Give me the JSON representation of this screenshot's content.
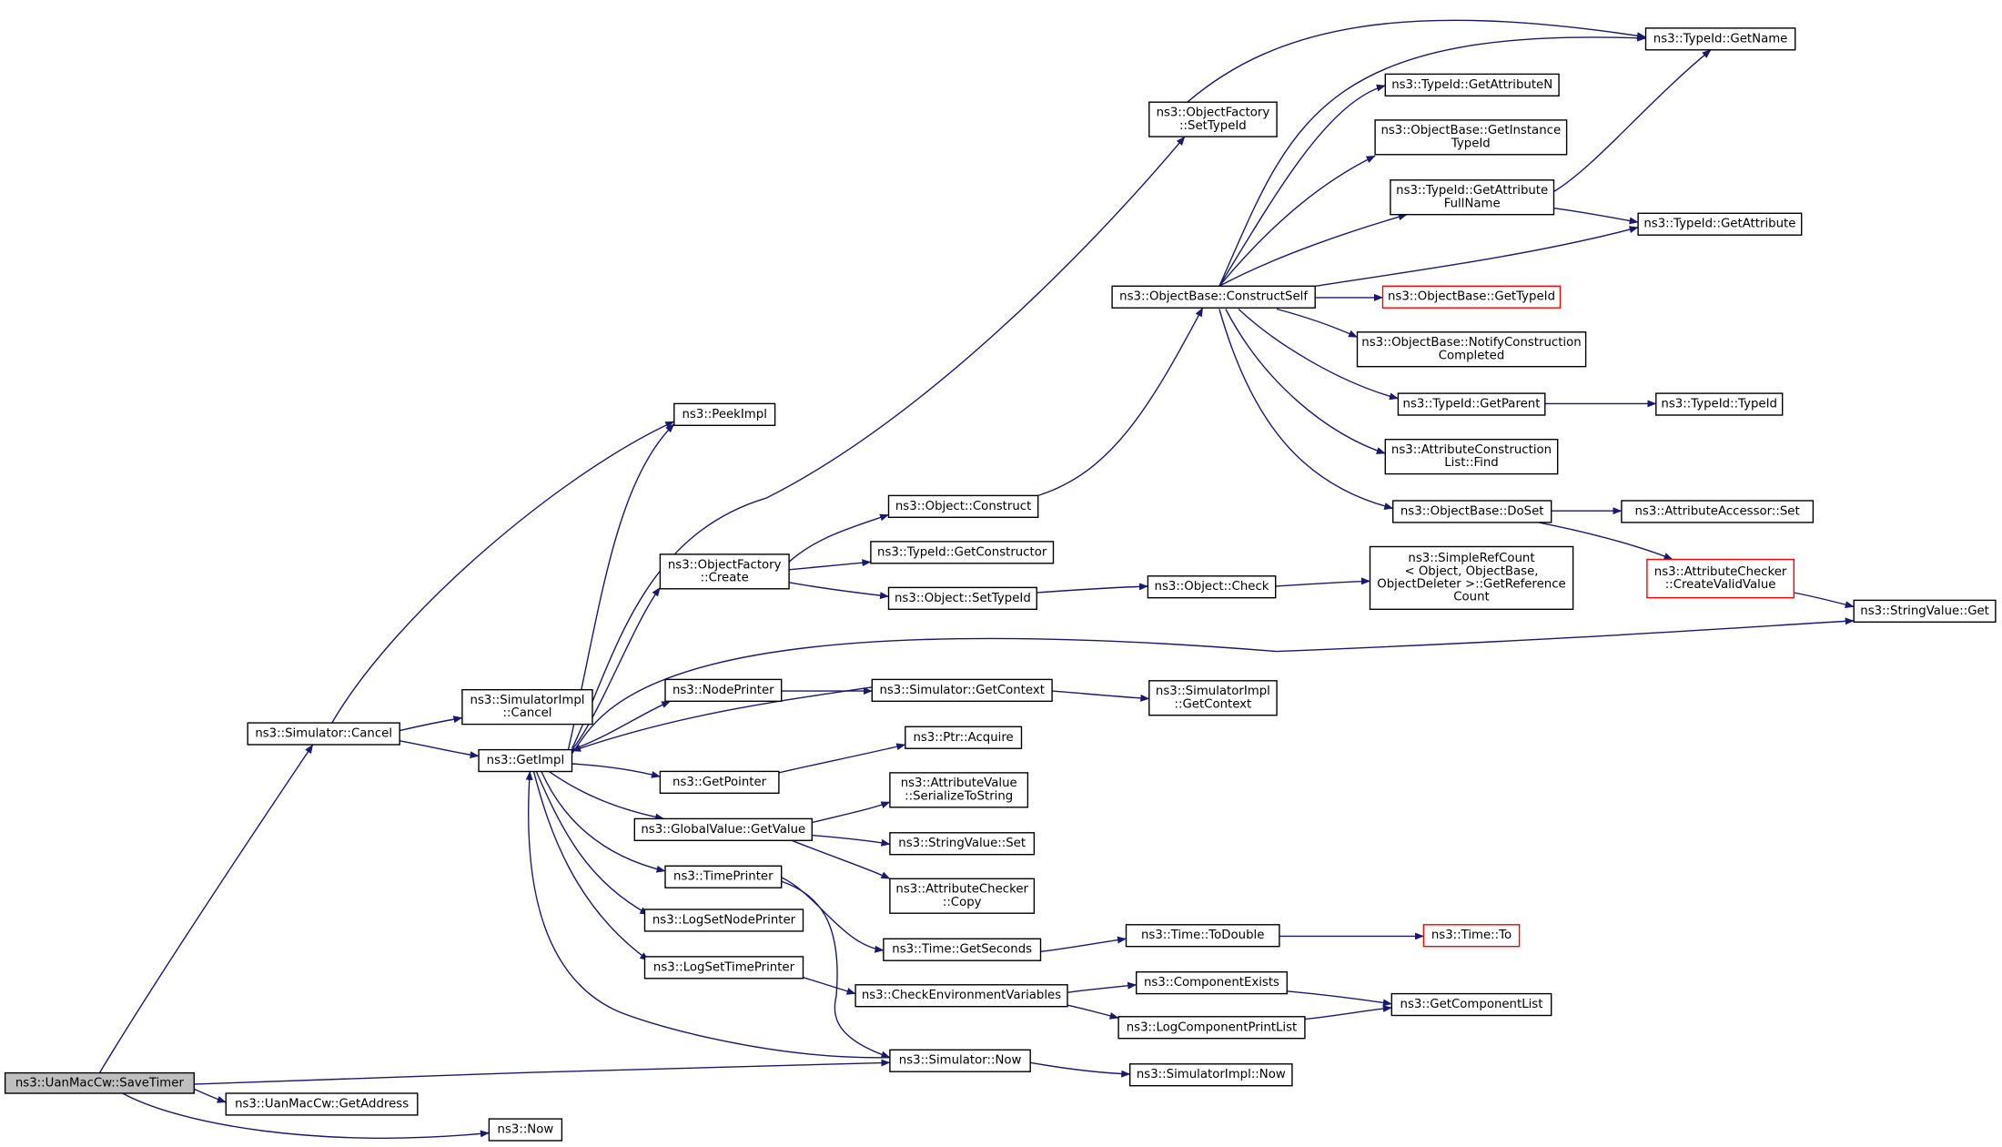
{
  "colors": {
    "edge": "#191970",
    "node_border": "#000000",
    "node_border_red": "#ff0000",
    "node_fill": "#ffffff",
    "root_fill": "#bfbfbf"
  },
  "nodes": [
    {
      "id": "root",
      "lines": [
        "ns3::UanMacCw::SaveTimer"
      ],
      "style": "root"
    },
    {
      "id": "getaddr",
      "lines": [
        "ns3::UanMacCw::GetAddress"
      ]
    },
    {
      "id": "now",
      "lines": [
        "ns3::Now"
      ]
    },
    {
      "id": "simcancel",
      "lines": [
        "ns3::Simulator::Cancel"
      ]
    },
    {
      "id": "simimplcancel",
      "lines": [
        "ns3::SimulatorImpl",
        "::Cancel"
      ]
    },
    {
      "id": "getimpl",
      "lines": [
        "ns3::GetImpl"
      ]
    },
    {
      "id": "peekimpl",
      "lines": [
        "ns3::PeekImpl"
      ]
    },
    {
      "id": "ofcreate",
      "lines": [
        "ns3::ObjectFactory",
        "::Create"
      ]
    },
    {
      "id": "nodeprinter",
      "lines": [
        "ns3::NodePrinter"
      ]
    },
    {
      "id": "getpointer",
      "lines": [
        "ns3::GetPointer"
      ]
    },
    {
      "id": "gvgetvalue",
      "lines": [
        "ns3::GlobalValue::GetValue"
      ]
    },
    {
      "id": "timeprinter",
      "lines": [
        "ns3::TimePrinter"
      ]
    },
    {
      "id": "logsetnode",
      "lines": [
        "ns3::LogSetNodePrinter"
      ]
    },
    {
      "id": "logsettime",
      "lines": [
        "ns3::LogSetTimePrinter"
      ]
    },
    {
      "id": "simnow",
      "lines": [
        "ns3::Simulator::Now"
      ]
    },
    {
      "id": "objconstruct",
      "lines": [
        "ns3::Object::Construct"
      ]
    },
    {
      "id": "getconstructor",
      "lines": [
        "ns3::TypeId::GetConstructor"
      ]
    },
    {
      "id": "objsettypeid",
      "lines": [
        "ns3::Object::SetTypeId"
      ]
    },
    {
      "id": "simgetcontext",
      "lines": [
        "ns3::Simulator::GetContext"
      ]
    },
    {
      "id": "ptracquire",
      "lines": [
        "ns3::Ptr::Acquire"
      ]
    },
    {
      "id": "avserialize",
      "lines": [
        "ns3::AttributeValue",
        "::SerializeToString"
      ]
    },
    {
      "id": "svset",
      "lines": [
        "ns3::StringValue::Set"
      ]
    },
    {
      "id": "accopy",
      "lines": [
        "ns3::AttributeChecker",
        "::Copy"
      ]
    },
    {
      "id": "timegetseconds",
      "lines": [
        "ns3::Time::GetSeconds"
      ]
    },
    {
      "id": "checkenv",
      "lines": [
        "ns3::CheckEnvironmentVariables"
      ]
    },
    {
      "id": "ofsettypeid",
      "lines": [
        "ns3::ObjectFactory",
        "::SetTypeId"
      ]
    },
    {
      "id": "constructself",
      "lines": [
        "ns3::ObjectBase::ConstructSelf"
      ]
    },
    {
      "id": "objcheck",
      "lines": [
        "ns3::Object::Check"
      ]
    },
    {
      "id": "simimplgetcontext",
      "lines": [
        "ns3::SimulatorImpl",
        "::GetContext"
      ]
    },
    {
      "id": "timetodouble",
      "lines": [
        "ns3::Time::ToDouble"
      ]
    },
    {
      "id": "compexists",
      "lines": [
        "ns3::ComponentExists"
      ]
    },
    {
      "id": "logcompprint",
      "lines": [
        "ns3::LogComponentPrintList"
      ]
    },
    {
      "id": "simimplnow",
      "lines": [
        "ns3::SimulatorImpl::Now"
      ]
    },
    {
      "id": "getattrn",
      "lines": [
        "ns3::TypeId::GetAttributeN"
      ]
    },
    {
      "id": "getinstancetypeid",
      "lines": [
        "ns3::ObjectBase::GetInstance",
        "TypeId"
      ]
    },
    {
      "id": "getattrfullname",
      "lines": [
        "ns3::TypeId::GetAttribute",
        "FullName"
      ]
    },
    {
      "id": "obgettypeid",
      "lines": [
        "ns3::ObjectBase::GetTypeId"
      ],
      "style": "red"
    },
    {
      "id": "notifyconstruction",
      "lines": [
        "ns3::ObjectBase::NotifyConstruction",
        "Completed"
      ]
    },
    {
      "id": "getparent",
      "lines": [
        "ns3::TypeId::GetParent"
      ]
    },
    {
      "id": "aclfind",
      "lines": [
        "ns3::AttributeConstruction",
        "List::Find"
      ]
    },
    {
      "id": "doset",
      "lines": [
        "ns3::ObjectBase::DoSet"
      ]
    },
    {
      "id": "simplerefcount",
      "lines": [
        "ns3::SimpleRefCount",
        "< Object, ObjectBase,",
        "ObjectDeleter >::GetReference",
        "Count"
      ]
    },
    {
      "id": "timeto",
      "lines": [
        "ns3::Time::To"
      ],
      "style": "red"
    },
    {
      "id": "getcomplist",
      "lines": [
        "ns3::GetComponentList"
      ]
    },
    {
      "id": "typeidgetname",
      "lines": [
        "ns3::TypeId::GetName"
      ]
    },
    {
      "id": "typeidgetattr",
      "lines": [
        "ns3::TypeId::GetAttribute"
      ]
    },
    {
      "id": "typeidtypeid",
      "lines": [
        "ns3::TypeId::TypeId"
      ]
    },
    {
      "id": "aaset",
      "lines": [
        "ns3::AttributeAccessor::Set"
      ]
    },
    {
      "id": "accreatevalid",
      "lines": [
        "ns3::AttributeChecker",
        "::CreateValidValue"
      ],
      "style": "red"
    },
    {
      "id": "svget",
      "lines": [
        "ns3::StringValue::Get"
      ]
    }
  ]
}
